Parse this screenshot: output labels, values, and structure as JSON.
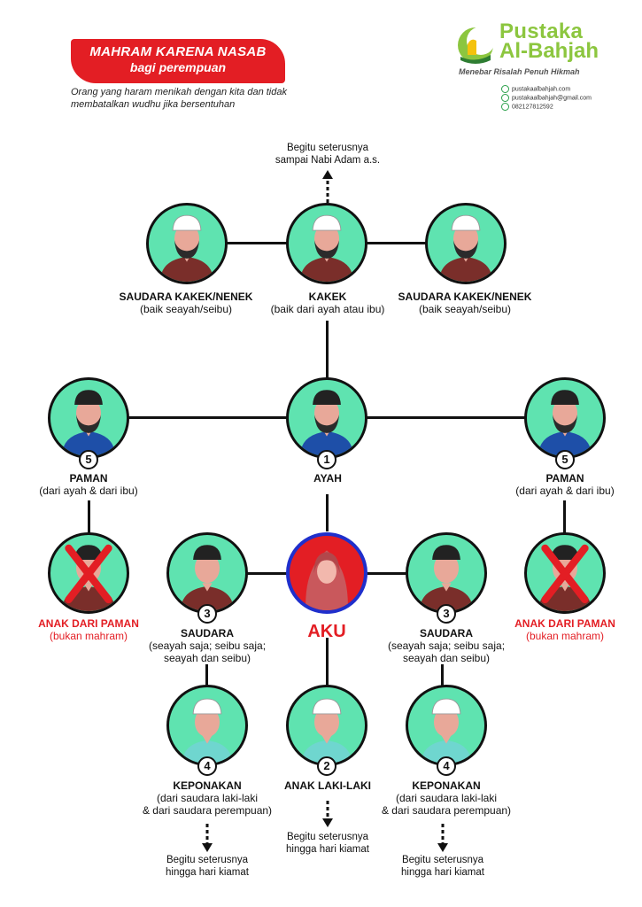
{
  "header": {
    "title_line1": "MAHRAM KARENA NASAB",
    "title_line2": "bagi perempuan",
    "subtitle": "Orang yang haram menikah dengan kita dan tidak membatalkan wudhu jika bersentuhan"
  },
  "logo": {
    "name_line1": "Pustaka",
    "name_line2": "Al-Bahjah",
    "tagline": "Menebar Risalah Penuh Hikmah",
    "contact": [
      {
        "icon": "globe-icon",
        "text": "pustakaalbahjah.com"
      },
      {
        "icon": "mail-icon",
        "text": "pustakaalbahjah@gmail.com"
      },
      {
        "icon": "whatsapp-icon",
        "text": "082127812592"
      }
    ]
  },
  "top_note": {
    "line1": "Begitu seterusnya",
    "line2": "sampai Nabi Adam a.s."
  },
  "nodes": {
    "saudara_kakek_left": {
      "name": "SAUDARA KAKEK/NENEK",
      "desc": "(baik seayah/seibu)"
    },
    "kakek": {
      "name": "KAKEK",
      "desc": "(baik dari ayah atau ibu)"
    },
    "saudara_kakek_right": {
      "name": "SAUDARA KAKEK/NENEK",
      "desc": "(baik seayah/seibu)"
    },
    "paman_left": {
      "name": "PAMAN",
      "desc": "(dari ayah & dari ibu)",
      "badge": "5"
    },
    "ayah": {
      "name": "AYAH",
      "badge": "1"
    },
    "paman_right": {
      "name": "PAMAN",
      "desc": "(dari ayah & dari ibu)",
      "badge": "5"
    },
    "anak_paman_left": {
      "name": "ANAK DARI PAMAN",
      "desc": "(bukan mahram)"
    },
    "saudara_left": {
      "name": "SAUDARA",
      "desc1": "(seayah saja; seibu saja;",
      "desc2": "seayah dan seibu)",
      "badge": "3"
    },
    "aku": {
      "name": "AKU"
    },
    "saudara_right": {
      "name": "SAUDARA",
      "desc1": "(seayah saja; seibu saja;",
      "desc2": "seayah dan seibu)",
      "badge": "3"
    },
    "anak_paman_right": {
      "name": "ANAK DARI PAMAN",
      "desc": "(bukan mahram)"
    },
    "keponakan_left": {
      "name": "KEPONAKAN",
      "desc1": "(dari saudara laki-laki",
      "desc2": "& dari saudara perempuan)",
      "badge": "4"
    },
    "anak_laki": {
      "name": "ANAK LAKI-LAKI",
      "badge": "2"
    },
    "keponakan_right": {
      "name": "KEPONAKAN",
      "desc1": "(dari saudara laki-laki",
      "desc2": "& dari saudara perempuan)",
      "badge": "4"
    }
  },
  "bottom_notes": {
    "left": {
      "line1": "Begitu seterusnya",
      "line2": "hingga hari kiamat"
    },
    "center": {
      "line1": "Begitu seterusnya",
      "line2": "hingga hari kiamat"
    },
    "right": {
      "line1": "Begitu seterusnya",
      "line2": "hingga hari kiamat"
    }
  },
  "colors": {
    "node_fill": "#5fe3b0",
    "accent_red": "#e31e24",
    "aku_border": "#1f2fcc",
    "logo_green": "#8cc63f"
  }
}
